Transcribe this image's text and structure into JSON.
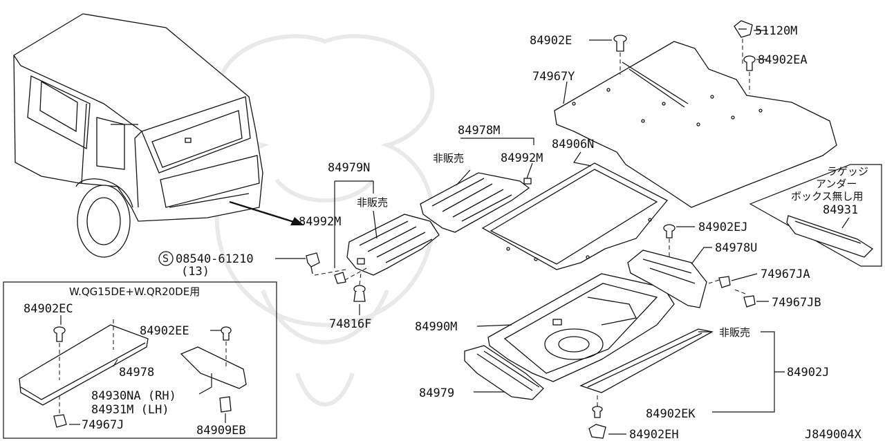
{
  "diagram": {
    "reference": "J849004X",
    "vehicle_arrow": "vehicle-to-parts-arrow",
    "parts": {
      "p51120M": "51120M",
      "p84902E": "84902E",
      "p84902EA": "84902EA",
      "p74967Y": "74967Y",
      "p84978M": "84978M",
      "p84978M_note": "非販売",
      "p84992M_upper": "84992M",
      "p84906N": "84906N",
      "p84979N": "84979N",
      "p84979N_note": "非販売",
      "p84992M_lower": "84992M",
      "p08540": "08540-61210",
      "p08540_qty": "(13)",
      "p08540_symbol": "S",
      "p74816F": "74816F",
      "p84902EJ": "84902EJ",
      "p84978U": "84978U",
      "p74967JA": "74967JA",
      "p74967JB": "74967JB",
      "p84990M": "84990M",
      "p84902J_note": "非販売",
      "p84902J": "84902J",
      "p84979": "84979",
      "p84902EK": "84902EK",
      "p84902EH": "84902EH"
    },
    "luggage_box_note": {
      "line1": "ラゲッジ",
      "line2": "アンダー",
      "line3": "ボックス無し用",
      "part": "84931"
    },
    "inset": {
      "title": "W.QG15DE+W.QR20DE用",
      "p84902EC": "84902EC",
      "p84902EE": "84902EE",
      "p84978": "84978",
      "p84930NA": "84930NA (RH)",
      "p84931M": "84931M (LH)",
      "p74967J": "74967J",
      "p84909EB": "84909EB"
    }
  }
}
